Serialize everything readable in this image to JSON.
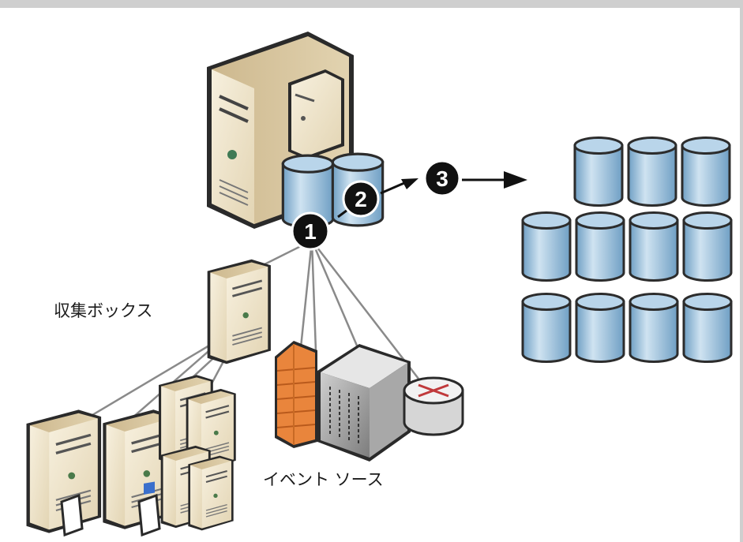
{
  "labels": {
    "collector": "収集ボックス",
    "event_sources": "イベント ソース"
  },
  "steps": [
    "1",
    "2",
    "3"
  ],
  "colors": {
    "server_body": "#efe5cf",
    "server_shadow": "#c9b48a",
    "db_blue": "#9ec4df",
    "db_dark": "#6f9fc4",
    "step_badge": "#111111",
    "firewall": "#e8833a",
    "line": "#888888"
  },
  "icons": [
    "main-server-icon",
    "database-icon",
    "collector-server-icon",
    "firewall-icon",
    "switch-icon",
    "router-icon",
    "storage-array-icon"
  ]
}
